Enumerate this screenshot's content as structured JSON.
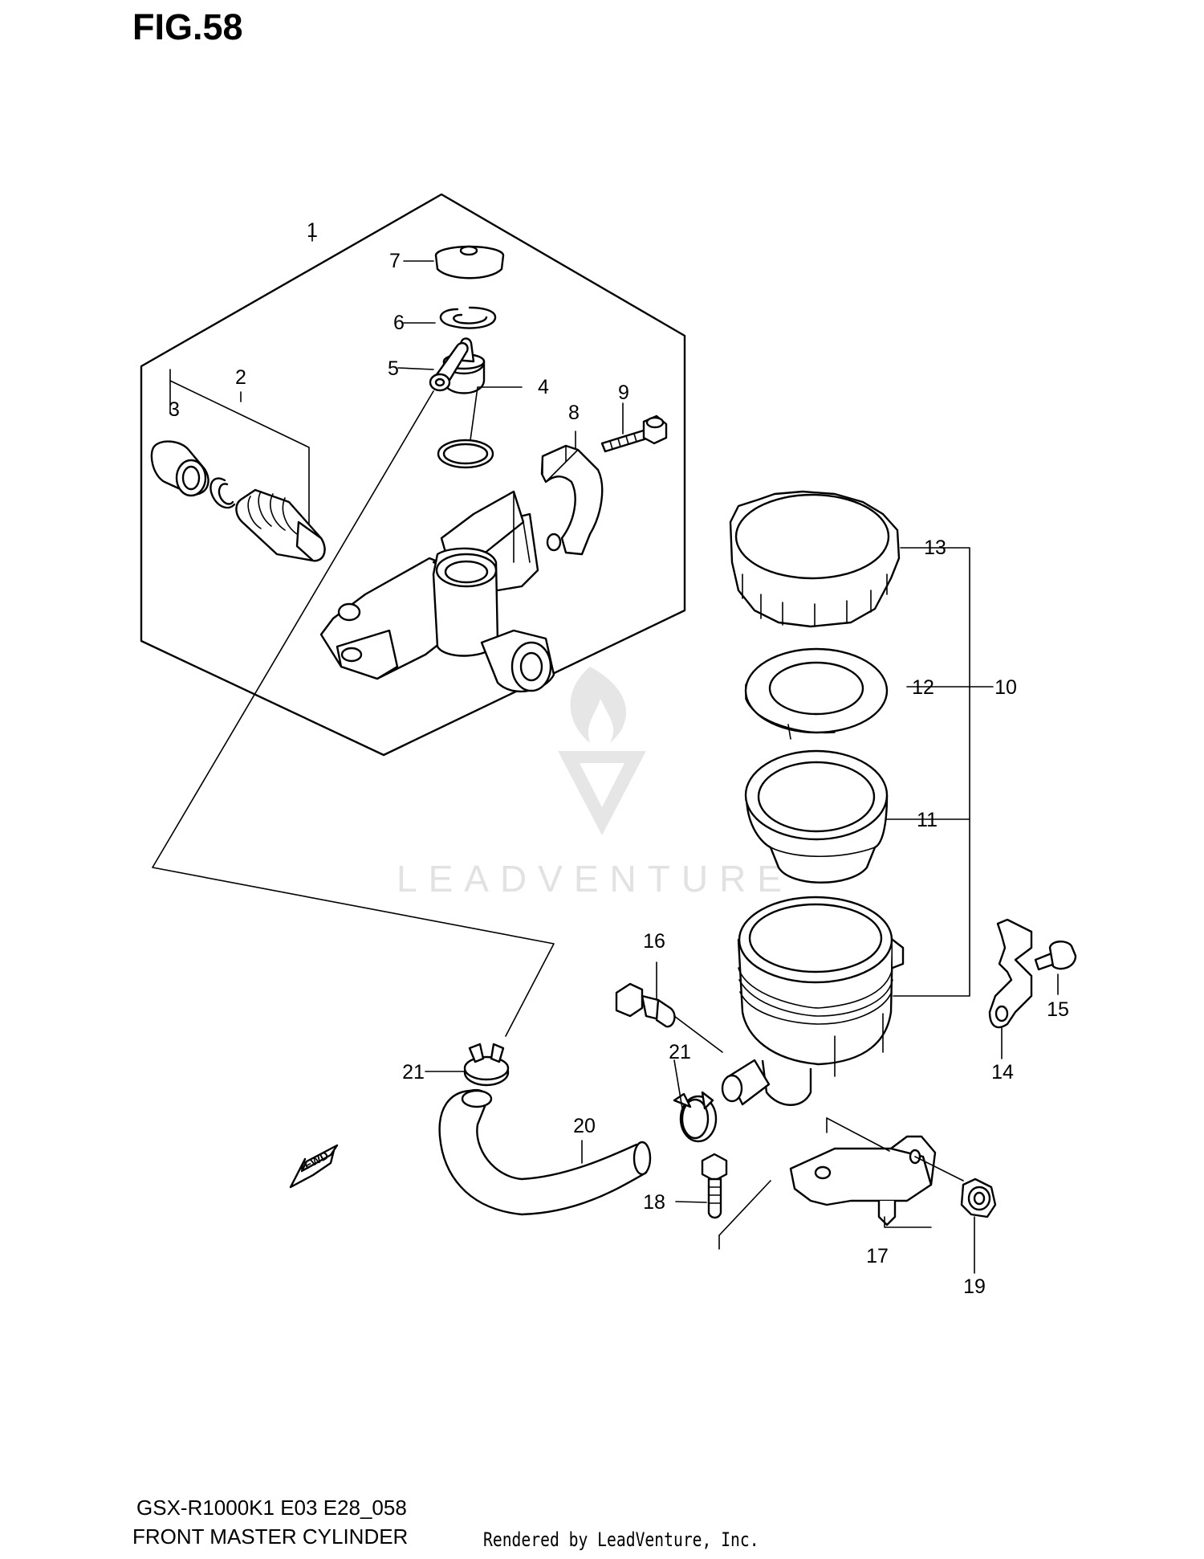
{
  "figure": {
    "title": "FIG.58"
  },
  "footer": {
    "code": "GSX-R1000K1 E03 E28_058",
    "name": "FRONT MASTER CYLINDER",
    "rendered_by": "Rendered by LeadVenture, Inc."
  },
  "watermark": {
    "text": "LEADVENTURE"
  },
  "fwd_arrow": {
    "text": "FWD"
  },
  "callouts": [
    {
      "id": "1",
      "text": "1"
    },
    {
      "id": "2",
      "text": "2"
    },
    {
      "id": "3",
      "text": "3"
    },
    {
      "id": "4",
      "text": "4"
    },
    {
      "id": "5",
      "text": "5"
    },
    {
      "id": "6",
      "text": "6"
    },
    {
      "id": "7",
      "text": "7"
    },
    {
      "id": "8",
      "text": "8"
    },
    {
      "id": "9",
      "text": "9"
    },
    {
      "id": "10",
      "text": "10"
    },
    {
      "id": "11",
      "text": "11"
    },
    {
      "id": "12",
      "text": "12"
    },
    {
      "id": "13",
      "text": "13"
    },
    {
      "id": "14",
      "text": "14"
    },
    {
      "id": "15",
      "text": "15"
    },
    {
      "id": "16",
      "text": "16"
    },
    {
      "id": "17",
      "text": "17"
    },
    {
      "id": "18",
      "text": "18"
    },
    {
      "id": "19",
      "text": "19"
    },
    {
      "id": "20",
      "text": "20"
    },
    {
      "id": "21a",
      "text": "21"
    },
    {
      "id": "21b",
      "text": "21"
    }
  ]
}
